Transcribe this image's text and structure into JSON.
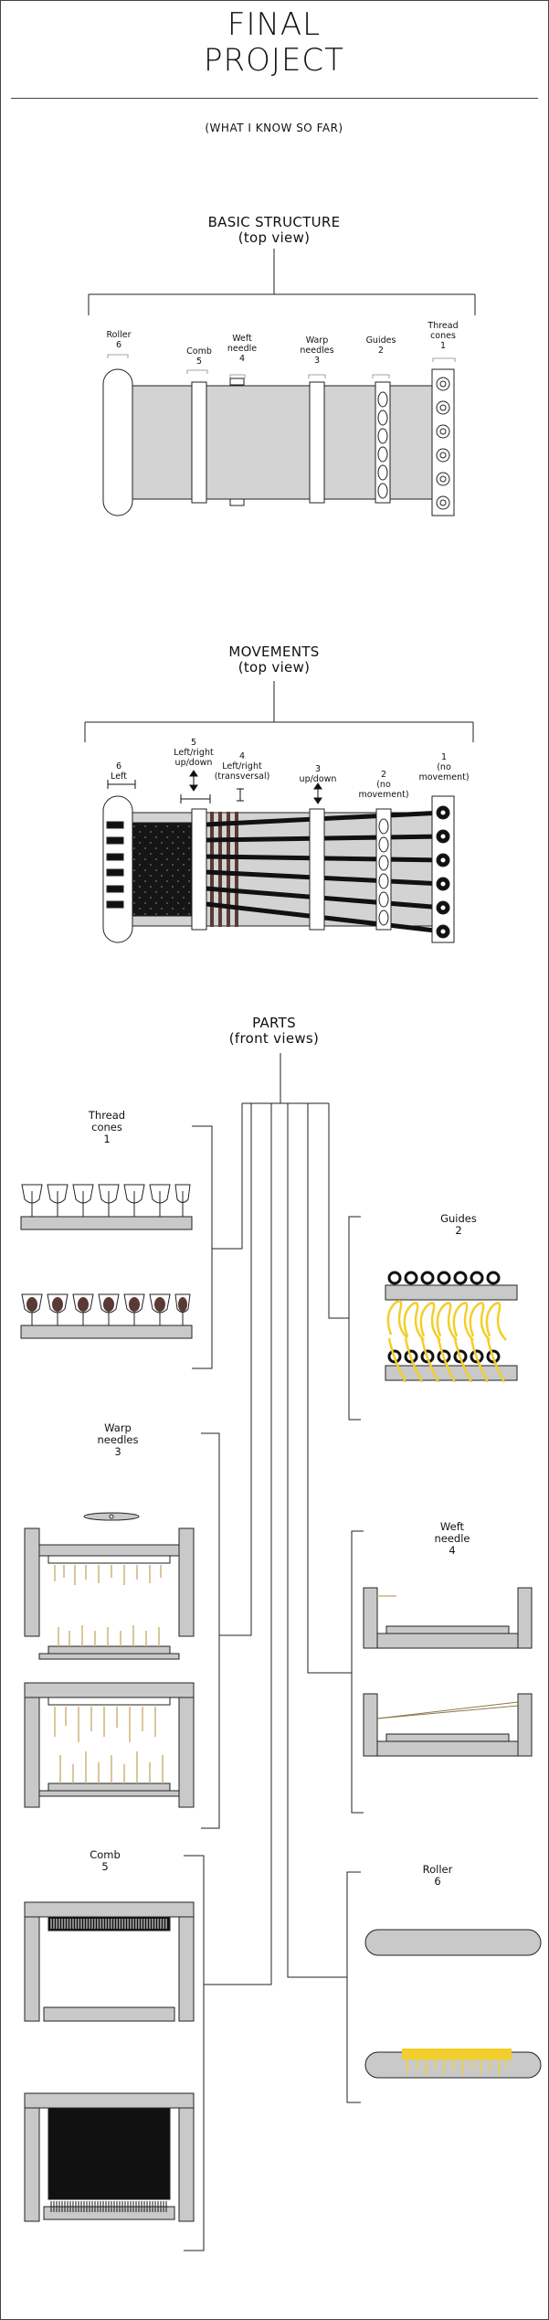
{
  "title": "FINAL\nPROJECT",
  "subtitle": "(WHAT I KNOW SO FAR)",
  "sections": {
    "structure": {
      "heading": "BASIC STRUCTURE\n(top view)",
      "labels": {
        "roller": "Roller\n6",
        "comb": "Comb\n5",
        "weft": "Weft\nneedle\n4",
        "warp": "Warp\nneedles\n3",
        "guides": "Guides\n2",
        "cones": "Thread\ncones\n1"
      }
    },
    "movements": {
      "heading": "MOVEMENTS\n(top view)",
      "labels": {
        "roller": "6\nLeft",
        "comb": "5\nLeft/right\nup/down",
        "weft": "4\nLeft/right\n(transversal)",
        "warp": "3\nup/down",
        "guides": "2\n(no\nmovement)",
        "cones": "1\n(no\nmovement)"
      }
    },
    "parts": {
      "heading": "PARTS\n(front views)",
      "labels": {
        "cones": "Thread\ncones\n1",
        "guides": "Guides\n2",
        "warp": "Warp\nneedles\n3",
        "weft": "Weft\nneedle\n4",
        "comb": "Comb\n5",
        "roller": "Roller\n6"
      }
    }
  },
  "colors": {
    "frame_gray": "#c9c9c9",
    "thread_yellow": "#f2cf2a",
    "thread_tan": "#cdb27a",
    "cone_brown": "#5a3a34",
    "fabric": "#1a1a1a"
  }
}
